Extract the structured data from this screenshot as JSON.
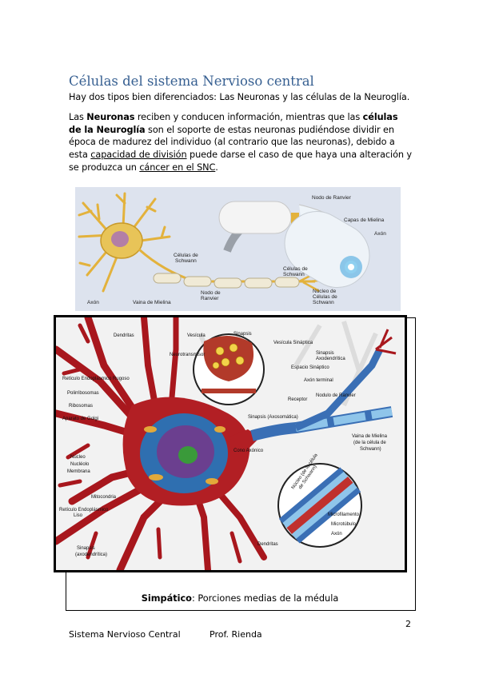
{
  "heading": "Células del sistema Nervioso central",
  "intro": "Hay dos tipos bien diferenciados: Las Neuronas y las células de la Neuroglía.",
  "paragraph": {
    "l1_a": "Las ",
    "l1_b": "Neuronas",
    "l1_c": " reciben y conducen información, mientras que las ",
    "l1_d": "células",
    "l2_a": "de la Neuroglía",
    "l2_b": " son el soporte de estas neuronas pudiéndose dividir en",
    "l3": "época de madurez del individuo (al contrario que las neuronas), debido a",
    "l4_a": "esta ",
    "l4_b": "capacidad de división",
    "l4_c": " puede darse el caso de que haya una alteración y",
    "l5_a": "se produzca un ",
    "l5_b": "cáncer  en el SNC",
    "l5_c": "."
  },
  "figure1": {
    "labels": {
      "nodo_ranvier_top": "Nodo de Ranvier",
      "capas_mielina": "Capas de Mielina",
      "axon_right": "Axón",
      "celulas_schwann_right_1": "Células de",
      "celulas_schwann_right_2": "Schwann",
      "nucleo_1": "Núcleo de",
      "nucleo_2": "Células de",
      "nucleo_3": "Schwann",
      "celulas_schwann_1": "Células de",
      "celulas_schwann_2": "Schwann",
      "axon_left": "Axón",
      "vaina_mielina": "Vaina de Mielina",
      "nodo_ranvier_bottom_1": "Nodo de",
      "nodo_ranvier_bottom_2": "Ranvier"
    }
  },
  "figure2": {
    "labels": {
      "dendritas_top": "Dendritas",
      "vesicula": "Vesícula",
      "neurotransmisor": "Neurotransmisor",
      "sinapsis": "Sinapsis",
      "vesicula_sinaptica": "Vesícula Sináptica",
      "sinapsis_axodendritica_1": "Sinapsis",
      "sinapsis_axodendritica_2": "Axodendrítica",
      "espacio_sinaptico": "Espacio Sináptico",
      "axon_terminal": "Axón terminal",
      "reticulo": "Retículo Endoplásmico Rugoso",
      "polirribosomas": "Polirribosomas",
      "ribosomas": "Ribosomas",
      "aparato_golgi": "Aparato de Golgi",
      "receptor": "Receptor",
      "nodulo_ranvier": "Nodulo de Ranvier",
      "sinapsis_axosomatica": "Sinapsis (Axosomática)",
      "nucleo": "Núcleo",
      "nucleolo": "Nucléolo",
      "membrana": "Membrana",
      "cono_axonico": "Cono Axónico",
      "vaina_mielina_1": "Vaina de Mielina",
      "vaina_mielina_2": "(de la célula de",
      "vaina_mielina_3": "Schwann)",
      "nucleo_celula_schwann_1": "Núcleo (de la célula",
      "nucleo_celula_schwann_2": "de Schwann)",
      "mitocondria": "Mitocondria",
      "retic_liso_1": "Retículo Endoplásmico",
      "retic_liso_2": "Liso",
      "microfilamento": "Microfilamento",
      "microtubulo": "Microtúbulo",
      "axon": "Axón",
      "sinapsis_axodendritica_b_1": "Sinapsis",
      "sinapsis_axodendritica_b_2": "(axodendrítica)",
      "dendritas_bottom": "Dendritas"
    }
  },
  "caption": {
    "bold": "Simpático",
    "rest": ": Porciones medias de la médula"
  },
  "footer": {
    "page_number": "2",
    "left": "Sistema Nervioso Central",
    "right": "Prof. Rienda"
  }
}
